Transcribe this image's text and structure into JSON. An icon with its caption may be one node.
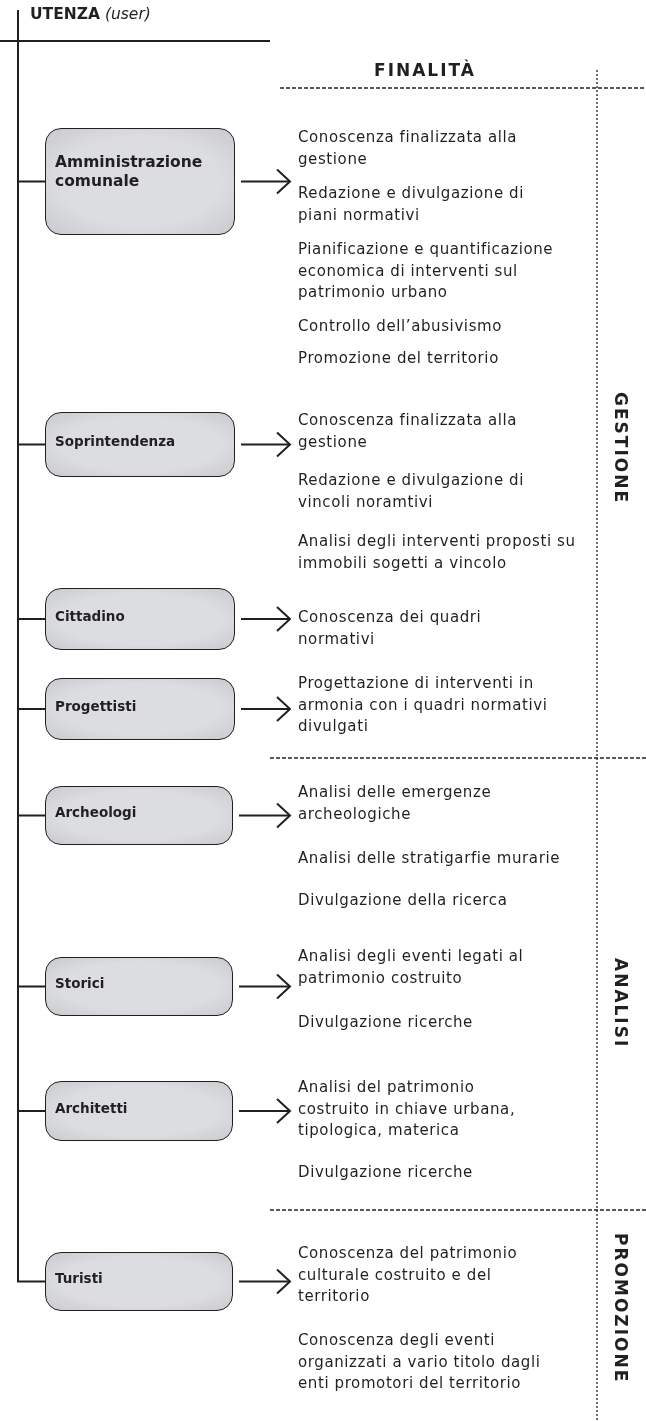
{
  "diagram": {
    "nodes": [
      {
        "text": [
          "**UTENZA** *(user)*"
        ]
      },
      {
        "text": [
          "Amministrazione comunale"
        ]
      },
      {
        "text": [
          "Soprintendenza"
        ]
      },
      {
        "text": [
          "Cittadino"
        ]
      },
      {
        "text": [
          "Progettisti"
        ]
      },
      {
        "text": [
          "Archeologi"
        ]
      },
      {
        "text": [
          "Storici"
        ]
      },
      {
        "text": [
          "Architetti"
        ]
      },
      {
        "text": [
          "Turisti"
        ]
      },
      {
        "text": [
          "Conoscenza finalizzata alla gestione",
          "Redazione e divulgazione di piani normativi",
          "Pianificazione e quantificazione economica di interventi sul patrimonio urbano",
          "Controllo dell’abusivismo",
          "Promozione del territorio"
        ]
      },
      {
        "text": [
          "Conoscenza finalizzata alla gestione",
          "Redazione e divulgazione di vincoli noramtivi",
          "Analisi degli interventi proposti su immobili sogetti a vincolo"
        ]
      },
      {
        "text": [
          "Conoscenza dei quadri normativi"
        ]
      },
      {
        "text": [
          "Progettazione di interventi in armonia con i quadri normativi divulgati"
        ]
      },
      {
        "text": [
          "Analisi delle emergenze archeologiche",
          "Analisi delle stratigarfie murarie",
          "Divulgazione della ricerca"
        ]
      },
      {
        "text": [
          "Analisi degli eventi legati al patrimonio costruito",
          "Divulgazione ricerche"
        ]
      },
      {
        "text": [
          "Analisi del patrimonio costruito in chiave urbana, tipologica, materica",
          "Divulgazione ricerche"
        ]
      },
      {
        "text": [
          "Conoscenza del patrimonio culturale costruito e del territorio",
          "Conoscenza degli eventi organizzati a vario titolo dagli enti promotori del territorio"
        ]
      }
    ],
    "edges": [
      {
        "from": 0,
        "to": 1,
        "arrow": "none"
      },
      {
        "from": 0,
        "to": 2,
        "arrow": "none"
      },
      {
        "from": 0,
        "to": 3,
        "arrow": "none"
      },
      {
        "from": 0,
        "to": 4,
        "arrow": "none"
      },
      {
        "from": 0,
        "to": 5,
        "arrow": "none"
      },
      {
        "from": 0,
        "to": 6,
        "arrow": "none"
      },
      {
        "from": 0,
        "to": 7,
        "arrow": "none"
      },
      {
        "from": 0,
        "to": 8,
        "arrow": "none"
      },
      {
        "from": 1,
        "to": 9,
        "arrow": "to"
      },
      {
        "from": 2,
        "to": 10,
        "arrow": "to"
      },
      {
        "from": 3,
        "to": 11,
        "arrow": "to"
      },
      {
        "from": 4,
        "to": 12,
        "arrow": "to"
      },
      {
        "from": 5,
        "to": 13,
        "arrow": "to"
      },
      {
        "from": 6,
        "to": 14,
        "arrow": "to"
      },
      {
        "from": 7,
        "to": 15,
        "arrow": "to"
      },
      {
        "from": 8,
        "to": 16,
        "arrow": "to"
      }
    ],
    "labels": [
      "FINALITÀ",
      "GESTIONE",
      "ANALISI",
      "PROMOZIONE"
    ]
  }
}
